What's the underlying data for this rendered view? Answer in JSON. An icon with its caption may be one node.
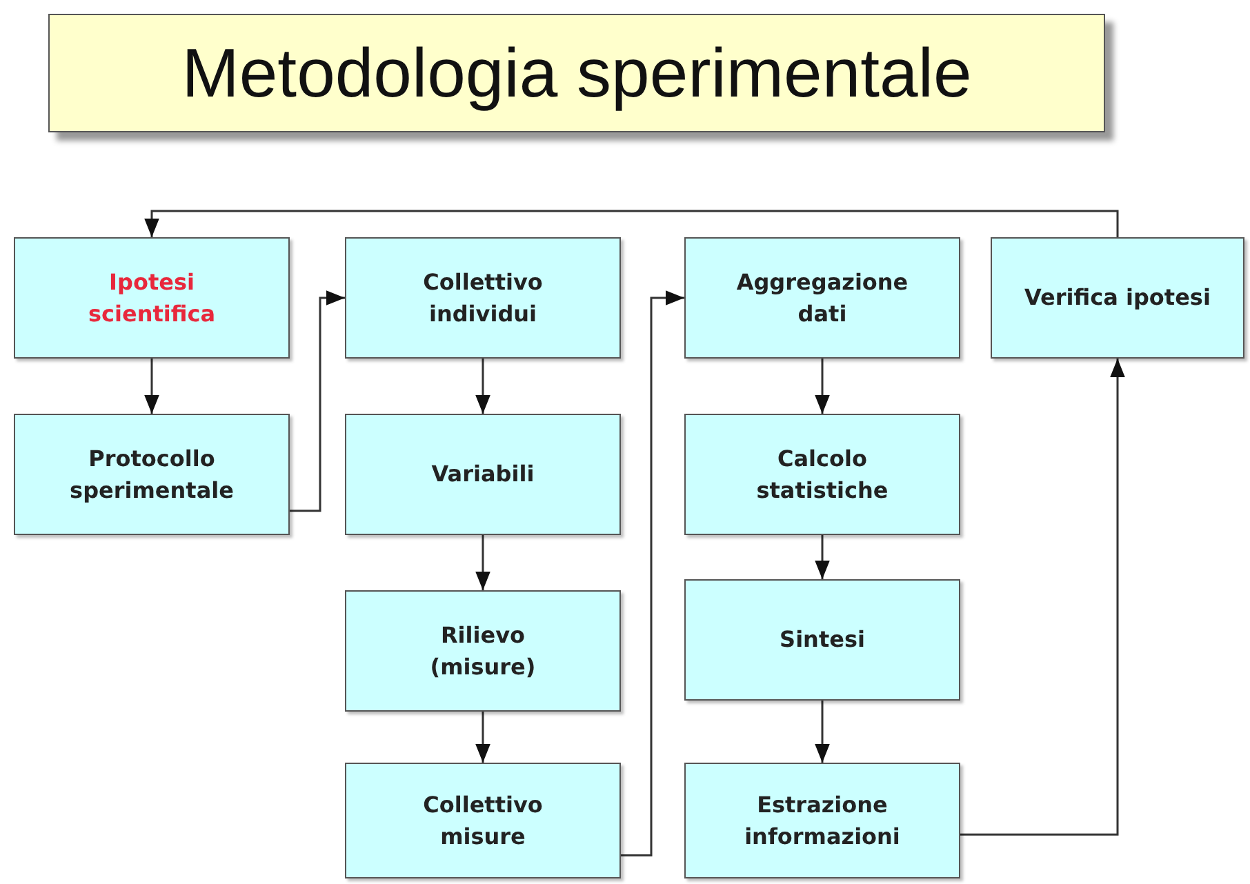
{
  "diagram": {
    "title": "Metodologia sperimentale",
    "nodes": [
      {
        "text": [
          "Ipotesi scientifica"
        ]
      },
      {
        "text": [
          "Protocollo sperimentale"
        ]
      },
      {
        "text": [
          "Collettivo individui"
        ]
      },
      {
        "text": [
          "Variabili"
        ]
      },
      {
        "text": [
          "Rilievo (misure)"
        ]
      },
      {
        "text": [
          "Collettivo misure"
        ]
      },
      {
        "text": [
          "Aggregazione dati"
        ]
      },
      {
        "text": [
          "Calcolo statistiche"
        ]
      },
      {
        "text": [
          "Sintesi"
        ]
      },
      {
        "text": [
          "Estrazione informazioni"
        ]
      },
      {
        "text": [
          "Verifica ipotesi"
        ]
      }
    ],
    "edges": [
      {
        "from": 0,
        "to": 1,
        "arrow": "to"
      },
      {
        "from": 1,
        "to": 2,
        "arrow": "to"
      },
      {
        "from": 2,
        "to": 3,
        "arrow": "to"
      },
      {
        "from": 3,
        "to": 4,
        "arrow": "to"
      },
      {
        "from": 4,
        "to": 5,
        "arrow": "to"
      },
      {
        "from": 5,
        "to": 6,
        "arrow": "to"
      },
      {
        "from": 6,
        "to": 7,
        "arrow": "to"
      },
      {
        "from": 7,
        "to": 8,
        "arrow": "to"
      },
      {
        "from": 8,
        "to": 9,
        "arrow": "to"
      },
      {
        "from": 9,
        "to": 10,
        "arrow": "to"
      },
      {
        "from": 10,
        "to": 0,
        "arrow": "to"
      }
    ]
  }
}
